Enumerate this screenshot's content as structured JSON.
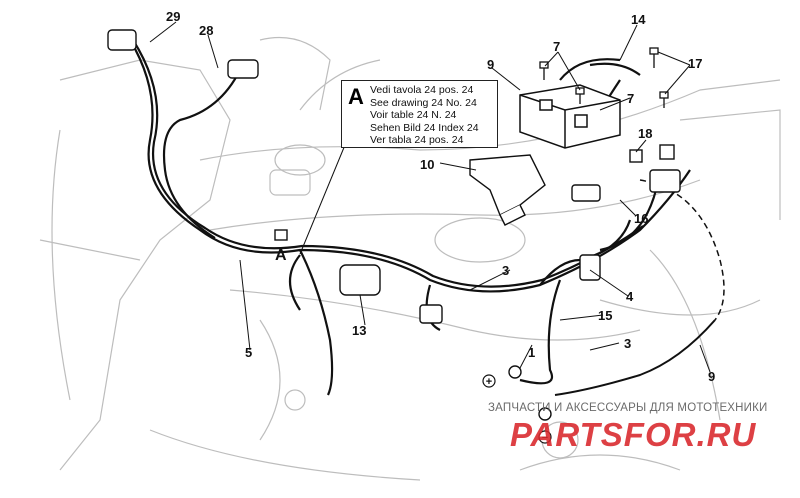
{
  "diagram": {
    "callouts": [
      {
        "id": "c29",
        "label": "29"
      },
      {
        "id": "c28",
        "label": "28"
      },
      {
        "id": "c14",
        "label": "14"
      },
      {
        "id": "c9a",
        "label": "9"
      },
      {
        "id": "c7a",
        "label": "7"
      },
      {
        "id": "c7b",
        "label": "7"
      },
      {
        "id": "c17",
        "label": "17"
      },
      {
        "id": "c18",
        "label": "18"
      },
      {
        "id": "c10",
        "label": "10"
      },
      {
        "id": "c16",
        "label": "16"
      },
      {
        "id": "cA",
        "label": "A"
      },
      {
        "id": "c3a",
        "label": "3"
      },
      {
        "id": "c4",
        "label": "4"
      },
      {
        "id": "c13",
        "label": "13"
      },
      {
        "id": "c5",
        "label": "5"
      },
      {
        "id": "c15",
        "label": "15"
      },
      {
        "id": "c3b",
        "label": "3"
      },
      {
        "id": "c1",
        "label": "1"
      },
      {
        "id": "c9b",
        "label": "9"
      }
    ],
    "note": {
      "letter": "A",
      "lines": [
        "Vedi tavola 24 pos. 24",
        "See drawing 24 No. 24",
        "Voir table 24 N. 24",
        "Sehen Bild 24 Index 24",
        "Ver tabla 24 pos. 24"
      ]
    },
    "terminals": {
      "positive": "+",
      "negative": "−"
    }
  },
  "watermark": {
    "caption": "ЗАПЧАСТИ И АКСЕССУАРЫ ДЛЯ МОТОТЕХНИКИ",
    "logo": "PARTSFOR.RU",
    "color": "#d9262b"
  }
}
